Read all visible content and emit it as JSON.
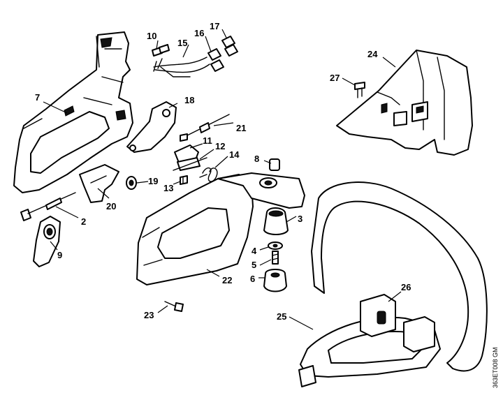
{
  "drawing_code": "363ET008 GM",
  "callouts": [
    {
      "id": "c10",
      "label": "10"
    },
    {
      "id": "c15",
      "label": "15"
    },
    {
      "id": "c16",
      "label": "16"
    },
    {
      "id": "c17",
      "label": "17"
    },
    {
      "id": "c7",
      "label": "7"
    },
    {
      "id": "c18",
      "label": "18"
    },
    {
      "id": "c21",
      "label": "21"
    },
    {
      "id": "c11",
      "label": "11"
    },
    {
      "id": "c12",
      "label": "12"
    },
    {
      "id": "c14",
      "label": "14"
    },
    {
      "id": "c8",
      "label": "8"
    },
    {
      "id": "c13",
      "label": "13"
    },
    {
      "id": "c19",
      "label": "19"
    },
    {
      "id": "c20",
      "label": "20"
    },
    {
      "id": "c2",
      "label": "2"
    },
    {
      "id": "c9",
      "label": "9"
    },
    {
      "id": "c3",
      "label": "3"
    },
    {
      "id": "c4",
      "label": "4"
    },
    {
      "id": "c5",
      "label": "5"
    },
    {
      "id": "c6",
      "label": "6"
    },
    {
      "id": "c22",
      "label": "22"
    },
    {
      "id": "c23",
      "label": "23"
    },
    {
      "id": "c24",
      "label": "24"
    },
    {
      "id": "c27",
      "label": "27"
    },
    {
      "id": "c26",
      "label": "26"
    },
    {
      "id": "c25",
      "label": "25"
    }
  ]
}
